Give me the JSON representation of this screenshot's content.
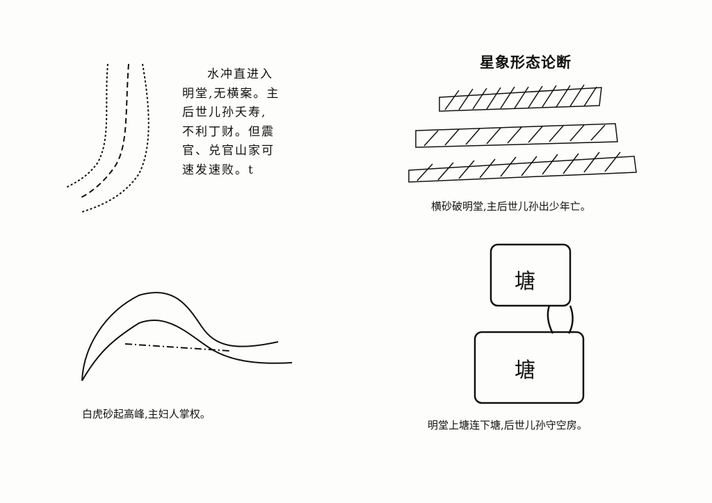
{
  "title": "星象形态论断",
  "paragraph_lines": [
    "水冲直进入",
    "明堂,无横案。主",
    "后世儿孙夭寿,",
    "不利丁财。但震",
    "官、兑官山家可",
    "速发速败。t"
  ],
  "captions": {
    "horizontal_sand": "横砂破明堂,主后世儿孙出少年亡。",
    "white_tiger": "白虎砂起高峰,主妇人掌权。",
    "ponds": "明堂上塘连下塘,后世儿孙守空房。"
  },
  "pond_labels": [
    "塘",
    "塘"
  ]
}
